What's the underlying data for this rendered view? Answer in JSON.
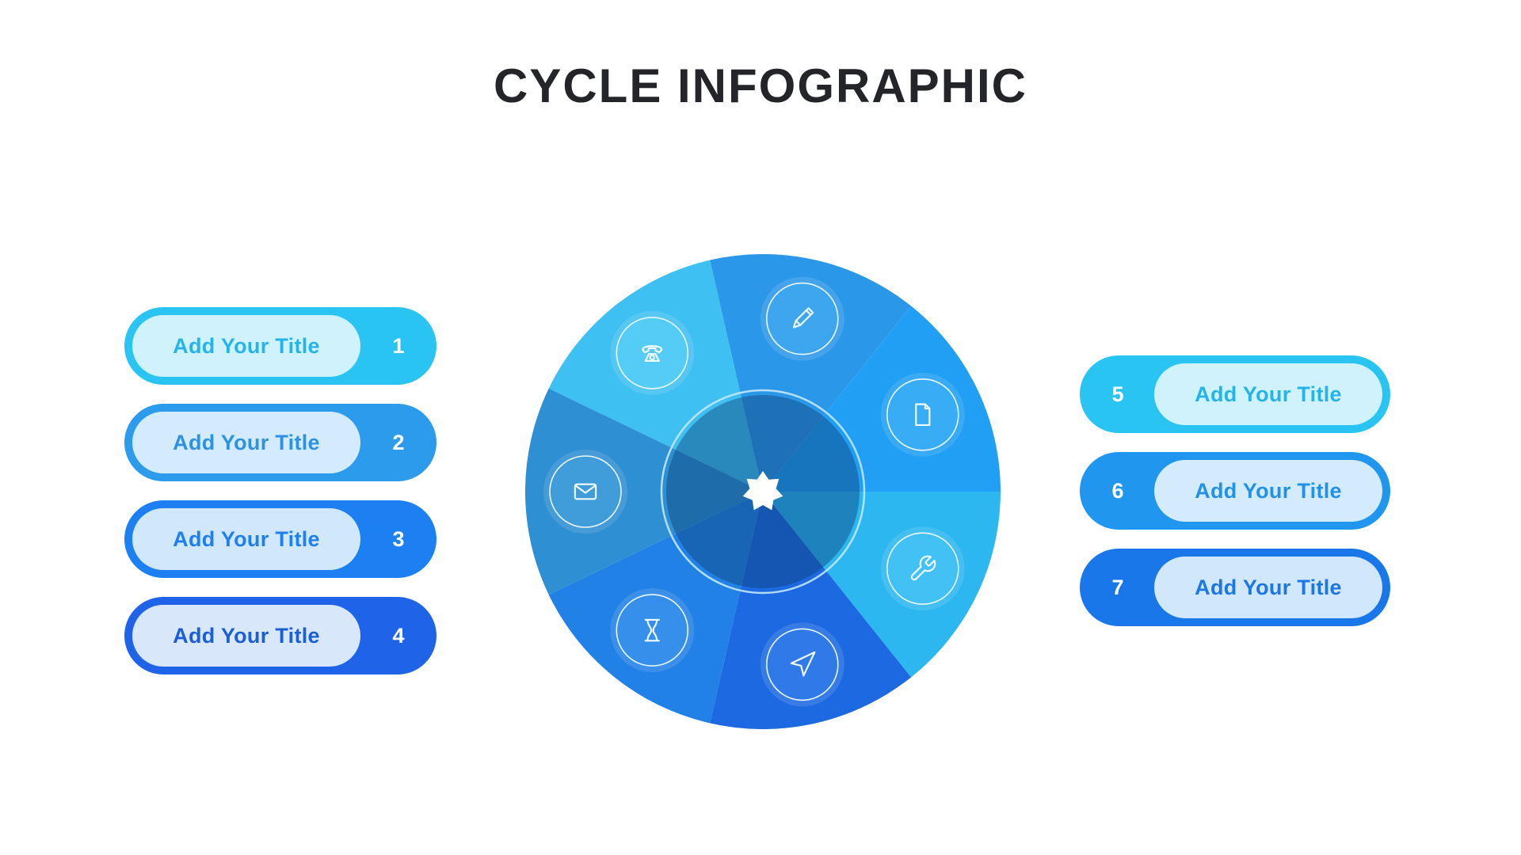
{
  "title": "CYCLE INFOGRAPHIC",
  "left_items": [
    {
      "label": "Add Your Title",
      "number": "1",
      "color": "#2ac4f3",
      "inner": "#d0f2fd",
      "text": "#25b4ea"
    },
    {
      "label": "Add Your Title",
      "number": "2",
      "color": "#2d9bec",
      "inner": "#d3ebfc",
      "text": "#2b92e4"
    },
    {
      "label": "Add Your Title",
      "number": "3",
      "color": "#1d80f2",
      "inner": "#d1e7fc",
      "text": "#1d7ff0"
    },
    {
      "label": "Add Your Title",
      "number": "4",
      "color": "#1e63e8",
      "inner": "#d9e7fb",
      "text": "#1c5ed6"
    }
  ],
  "right_items": [
    {
      "label": "Add Your Title",
      "number": "5",
      "color": "#2ac4f3",
      "inner": "#d0f2fd",
      "text": "#25b4ea"
    },
    {
      "label": "Add Your Title",
      "number": "6",
      "color": "#2196ef",
      "inner": "#d3ebfc",
      "text": "#2192e8"
    },
    {
      "label": "Add Your Title",
      "number": "7",
      "color": "#1a77e9",
      "inner": "#d1e7fc",
      "text": "#1b76e6"
    }
  ],
  "wheel": {
    "segments": [
      {
        "name": "telephone",
        "icon": "telephone-icon",
        "color": "#3fc0f2",
        "icon_bg": "#55ccf5"
      },
      {
        "name": "pencil",
        "icon": "pencil-icon",
        "color": "#2b97e8",
        "icon_bg": "#3ea6ee"
      },
      {
        "name": "document",
        "icon": "document-icon",
        "color": "#209ff4",
        "icon_bg": "#38adf6"
      },
      {
        "name": "wrench",
        "icon": "wrench-icon",
        "color": "#2cb7f1",
        "icon_bg": "#42c2f4"
      },
      {
        "name": "cursor",
        "icon": "cursor-icon",
        "color": "#1c69e2",
        "icon_bg": "#2f7ae8"
      },
      {
        "name": "hourglass",
        "icon": "hourglass-icon",
        "color": "#2181e6",
        "icon_bg": "#3690eb"
      },
      {
        "name": "envelope",
        "icon": "envelope-icon",
        "color": "#2e8fd2",
        "icon_bg": "#419dd9"
      }
    ],
    "center_overlay": "#0b3c72",
    "ring": "#c3e7f8",
    "core": "#ffffff"
  }
}
